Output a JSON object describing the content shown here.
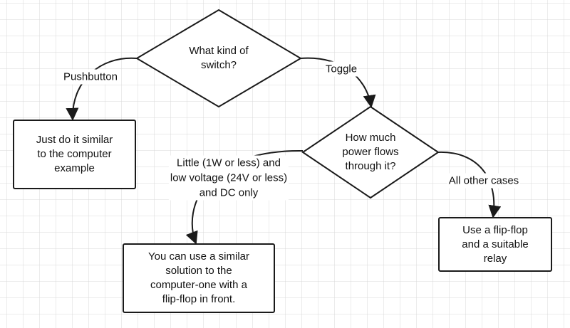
{
  "diagram": {
    "nodes": {
      "q1": {
        "text": "What kind of\nswitch?"
      },
      "q2": {
        "text": "How much\npower flows\nthrough it?"
      },
      "pushbutton_result": {
        "text": "Just do it similar\nto the computer\nexample"
      },
      "low_power_result": {
        "text": "You can use a similar\nsolution to the\ncomputer-one with a\nflip-flop in front."
      },
      "relay_result": {
        "text": "Use a flip-flop\nand a suitable\nrelay"
      }
    },
    "edges": {
      "pushbutton": {
        "label": "Pushbutton"
      },
      "toggle": {
        "label": "Toggle"
      },
      "low_power": {
        "label": "Little (1W or less) and\nlow voltage (24V or less)\nand DC only"
      },
      "other": {
        "label": "All other cases"
      }
    }
  },
  "colors": {
    "grid": "#d9d9d9",
    "line": "#1a1a1a",
    "background": "#ffffff"
  }
}
